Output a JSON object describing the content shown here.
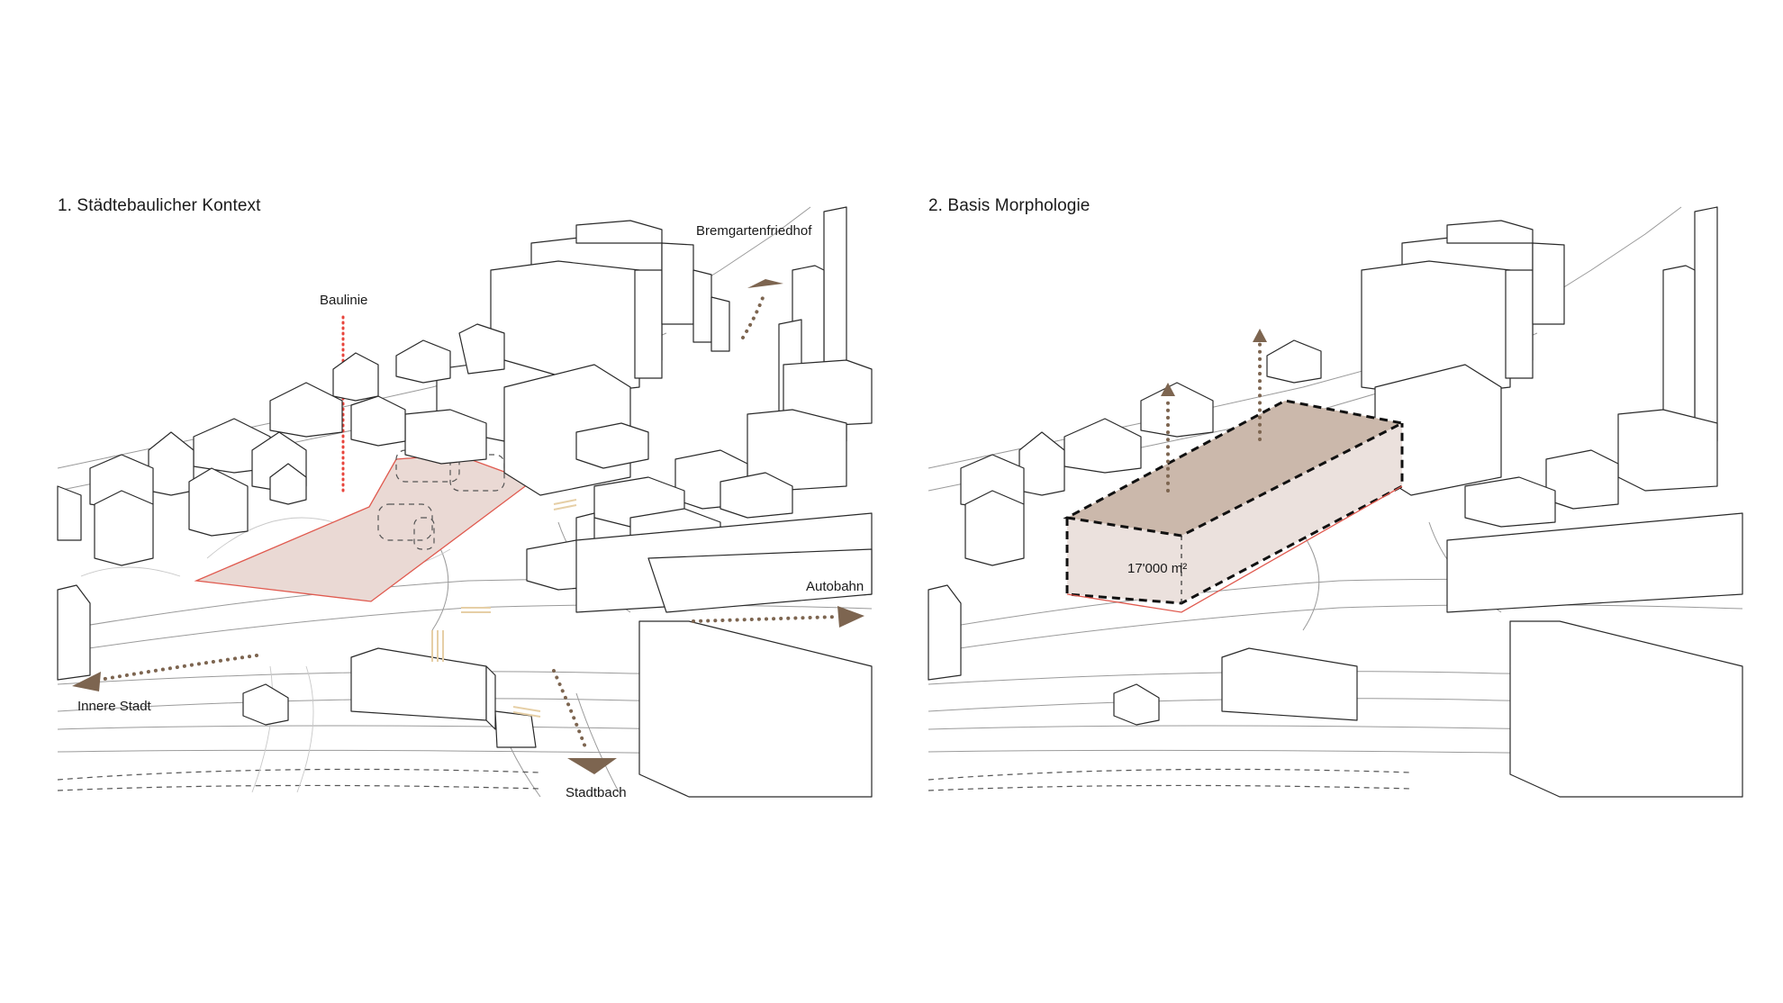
{
  "panels": [
    {
      "title": "1. Städtebaulicher Kontext",
      "labels": {
        "baulinie": "Baulinie",
        "bremgartenfriedhof": "Bremgartenfriedhof",
        "autobahn": "Autobahn",
        "innere_stadt": "Innere Stadt",
        "stadtbach": "Stadtbach"
      }
    },
    {
      "title": "2. Basis Morphologie",
      "labels": {
        "area": "17'000 m²"
      }
    }
  ],
  "colors": {
    "site_fill": "#ead9d4",
    "site_outline": "#e05a4f",
    "baulinie": "#e8453c",
    "arrow": "#7d6550",
    "volume_fill": "#cbb8ab",
    "crossing": "#e6cfa6"
  },
  "icons": [
    "arrow-west-icon",
    "arrow-east-icon",
    "arrow-south-icon",
    "arrow-north-icon"
  ]
}
